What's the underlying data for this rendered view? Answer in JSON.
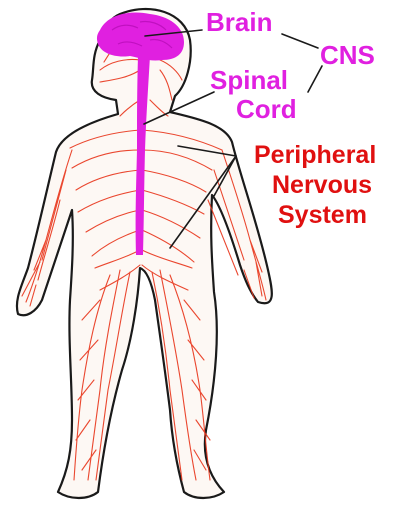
{
  "labels": {
    "brain": "Brain",
    "cns": "CNS",
    "spinal": "Spinal",
    "cord": "Cord",
    "pns_line1": "Peripheral",
    "pns_line2": "Nervous",
    "pns_line3": "System"
  },
  "colors": {
    "cns": "#e020e0",
    "pns_label": "#e01010",
    "nerves": "#e8341a",
    "outline": "#1a1a1a"
  }
}
